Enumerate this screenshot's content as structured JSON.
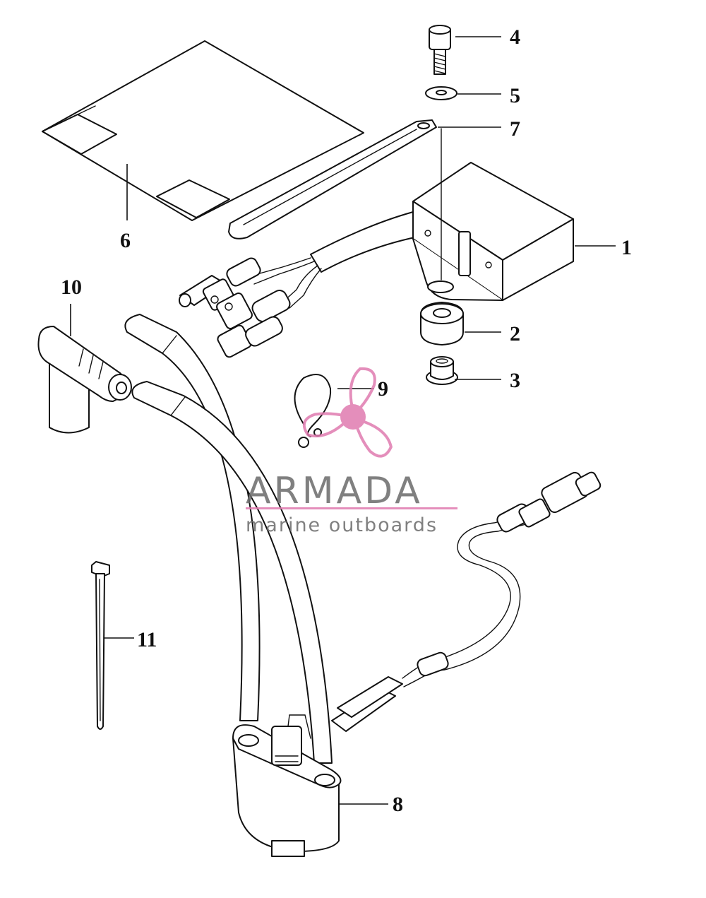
{
  "callouts": {
    "p1": "1",
    "p2": "2",
    "p3": "3",
    "p4": "4",
    "p5": "5",
    "p6": "6",
    "p7": "7",
    "p8": "8",
    "p9": "9",
    "p10": "10",
    "p11": "11"
  },
  "watermark": {
    "brand": "ARMADA",
    "tagline": "marine outboards",
    "accent_color": "#e07bb0",
    "text_color": "#6b6b6b",
    "logo_icon": "propeller-icon"
  }
}
